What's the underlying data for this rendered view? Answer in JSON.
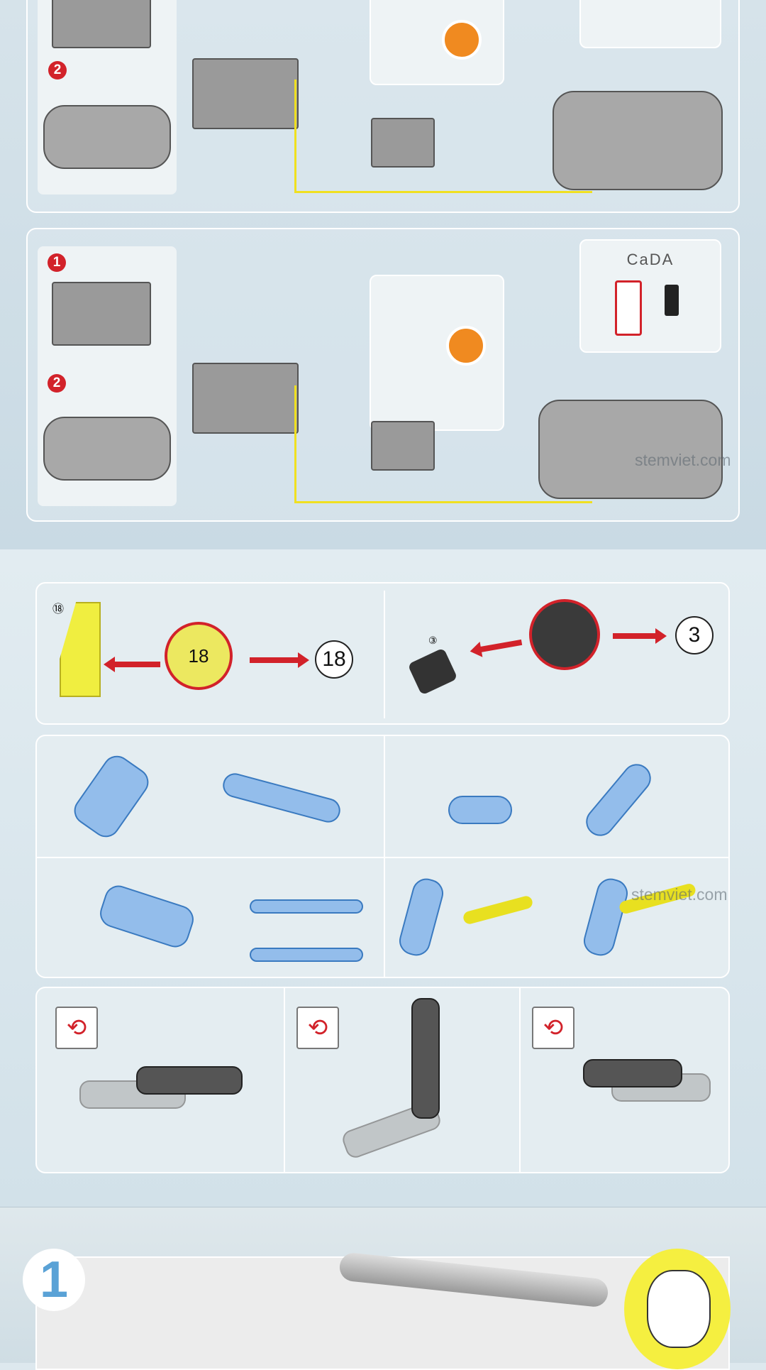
{
  "watermark": "stemviet.com",
  "brand_label": "CaDA",
  "steps": {
    "one": "1",
    "two": "2"
  },
  "parts": {
    "part_a_label": "18",
    "part_a_callout": "18",
    "part_a_tag": "⑱",
    "part_b_label": "3",
    "part_b_tag": "③"
  },
  "big_step": "1",
  "colors": {
    "accent_red": "#d2222a",
    "wire_yellow": "#f0e020",
    "panel_bg": "#dce8ee"
  }
}
